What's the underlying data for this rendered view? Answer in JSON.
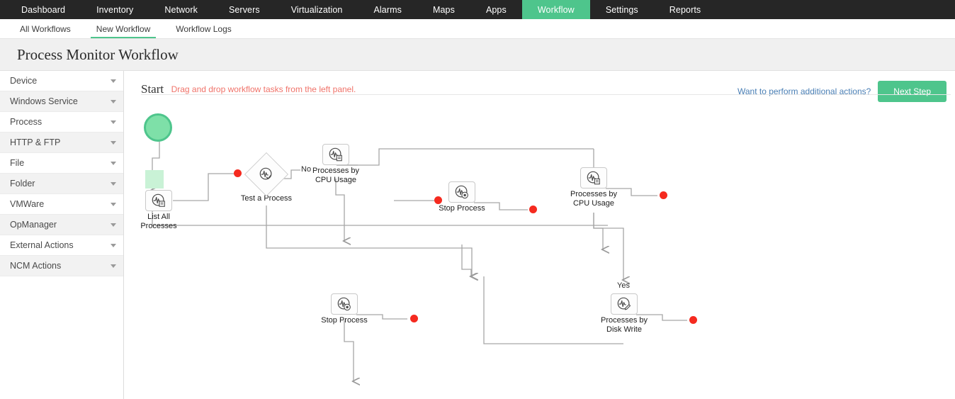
{
  "topnav": {
    "items": [
      {
        "label": "Dashboard",
        "active": false
      },
      {
        "label": "Inventory",
        "active": false
      },
      {
        "label": "Network",
        "active": false
      },
      {
        "label": "Servers",
        "active": false
      },
      {
        "label": "Virtualization",
        "active": false
      },
      {
        "label": "Alarms",
        "active": false
      },
      {
        "label": "Maps",
        "active": false
      },
      {
        "label": "Apps",
        "active": false
      },
      {
        "label": "Workflow",
        "active": true
      },
      {
        "label": "Settings",
        "active": false
      },
      {
        "label": "Reports",
        "active": false
      }
    ]
  },
  "subnav": {
    "items": [
      {
        "label": "All Workflows",
        "active": false
      },
      {
        "label": "New Workflow",
        "active": true
      },
      {
        "label": "Workflow Logs",
        "active": false
      }
    ]
  },
  "page": {
    "title": "Process Monitor Workflow"
  },
  "sidebar": {
    "items": [
      {
        "label": "Device"
      },
      {
        "label": "Windows Service"
      },
      {
        "label": "Process"
      },
      {
        "label": "HTTP & FTP"
      },
      {
        "label": "File"
      },
      {
        "label": "Folder"
      },
      {
        "label": "VMWare"
      },
      {
        "label": "OpManager"
      },
      {
        "label": "External Actions"
      },
      {
        "label": "NCM Actions"
      }
    ]
  },
  "canvas": {
    "start_label": "Start",
    "start_hint": "Drag and drop workflow tasks from the left panel.",
    "additional_actions_link": "Want to perform additional actions?",
    "next_step_button": "Next Step",
    "nodes": [
      {
        "id": "start",
        "type": "start",
        "label": ""
      },
      {
        "id": "list_all",
        "type": "task",
        "label": "List All Processes",
        "icon": "process-list-icon"
      },
      {
        "id": "test",
        "type": "decision",
        "label": "Test a Process",
        "icon": "process-check-icon"
      },
      {
        "id": "cpu_top",
        "type": "task",
        "label": "Processes by CPU Usage",
        "icon": "process-report-icon"
      },
      {
        "id": "stop_mid",
        "type": "task",
        "label": "Stop Process",
        "icon": "process-stop-icon"
      },
      {
        "id": "cpu_right",
        "type": "task",
        "label": "Processes by CPU Usage",
        "icon": "process-report-icon"
      },
      {
        "id": "stop_bottom",
        "type": "task",
        "label": "Stop Process",
        "icon": "process-stop-icon"
      },
      {
        "id": "disk_write",
        "type": "task",
        "label": "Processes by Disk Write",
        "icon": "process-edit-icon"
      }
    ],
    "edge_labels": [
      {
        "id": "no_label",
        "text": "No"
      },
      {
        "id": "yes_label",
        "text": "Yes"
      }
    ]
  },
  "colors": {
    "accent_green": "#4ec58c",
    "nav_dark": "#262626",
    "hint_red": "#f0736a",
    "link_blue": "#4a7fb5",
    "endpoint_red": "#f52a1f"
  }
}
